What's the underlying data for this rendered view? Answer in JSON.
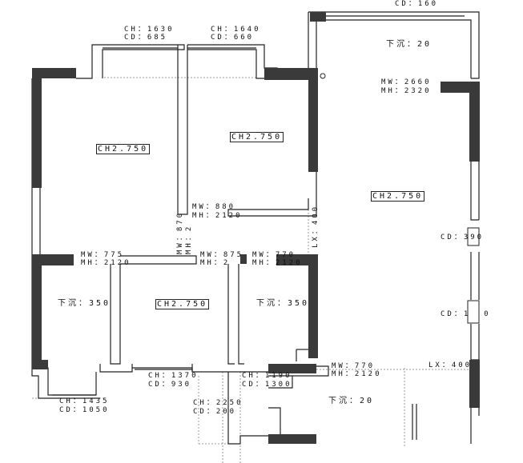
{
  "labels": {
    "top_cd": "CD：160",
    "win1_ch": "CH：1630",
    "win1_cd": "CD：685",
    "win2_ch": "CH：1640",
    "win2_cd": "CD：660",
    "bal_top_drop": "下沉：20",
    "mw_2660": "MW：2660",
    "mh_2320": "MH：2320",
    "room1_ch": "CH2.750",
    "room2_ch": "CH2.750",
    "living_ch": "CH2.750",
    "mw_880": "MW：880",
    "mh_2120_a": "MH：2120",
    "mw_870_v": "MW：870",
    "mh_2_v": "MH：2",
    "lx_400_v": "LX：400",
    "cd_390": "CD：3",
    "cd_390_box": "90",
    "mw_775": "MW：775",
    "mh_2120_b": "MH：2120",
    "mw_875": "MW：875",
    "mh_2120_c": "MH：2",
    "mw_770": "MW：770",
    "mh_2120_d": "MH：2120",
    "bath1_drop": "下沉：350",
    "room3_ch": "CH2.750",
    "bath2_drop": "下沉：350",
    "cd_1_0": "CD：1",
    "cd_1_0_box": "0",
    "mw_770_b": "MW：770",
    "mh_2120_e": "MH：2120",
    "lx_400_h": "LX：400",
    "ch_1370": "CH：1370",
    "cd_930": "CD：930",
    "ch_1190": "CH：1190",
    "cd_1300": "CD：1300",
    "ch_1435": "CH：1435",
    "cd_1050": "CD：1050",
    "ch_2250": "CH：2250",
    "cd_200": "CD：200",
    "bal_bot_drop": "下沉：20"
  },
  "colors": {
    "wall": "#3a3a3a",
    "line": "#222222",
    "dash": "#999999"
  }
}
